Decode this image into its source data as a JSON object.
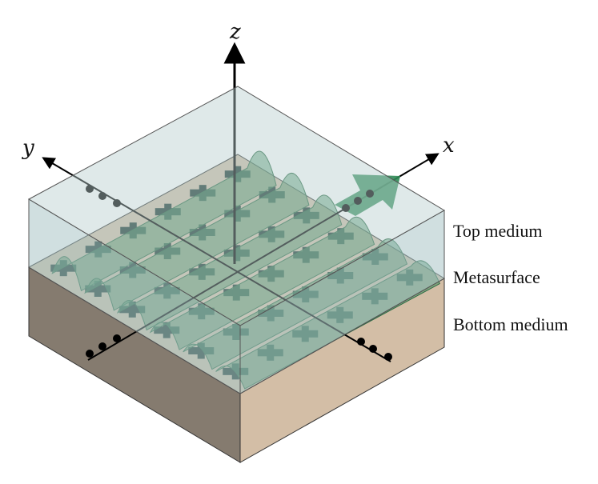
{
  "axes": {
    "x": "x",
    "y": "y",
    "z": "z"
  },
  "layers": {
    "top": "Top medium",
    "metasurface": "Metasurface",
    "bottom": "Bottom medium"
  },
  "colors": {
    "top_medium": "#a9c4c6",
    "metasurface": "#cfc0a9",
    "bottom_right": "#d3bea6",
    "bottom_left": "#857b6f",
    "cross": "#1d3a32",
    "wave": "#3f8a5c",
    "arrow": "#2f8a55"
  }
}
